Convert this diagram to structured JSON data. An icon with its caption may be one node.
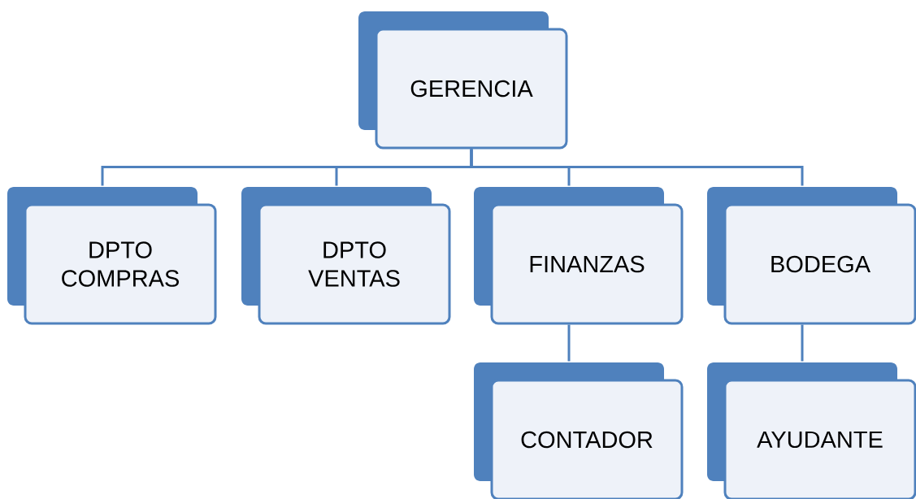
{
  "diagram": {
    "nodes": [
      {
        "text": [
          "GERENCIA"
        ]
      },
      {
        "text": [
          "DPTO COMPRAS"
        ]
      },
      {
        "text": [
          "DPTO VENTAS"
        ]
      },
      {
        "text": [
          "FINANZAS"
        ]
      },
      {
        "text": [
          "BODEGA"
        ]
      },
      {
        "text": [
          "CONTADOR"
        ]
      },
      {
        "text": [
          "AYUDANTE"
        ]
      }
    ],
    "edges": [
      {
        "from": 0,
        "to": 1,
        "arrow": "none"
      },
      {
        "from": 0,
        "to": 2,
        "arrow": "none"
      },
      {
        "from": 0,
        "to": 3,
        "arrow": "none"
      },
      {
        "from": 0,
        "to": 4,
        "arrow": "none"
      },
      {
        "from": 3,
        "to": 5,
        "arrow": "none"
      },
      {
        "from": 4,
        "to": 6,
        "arrow": "none"
      }
    ]
  }
}
